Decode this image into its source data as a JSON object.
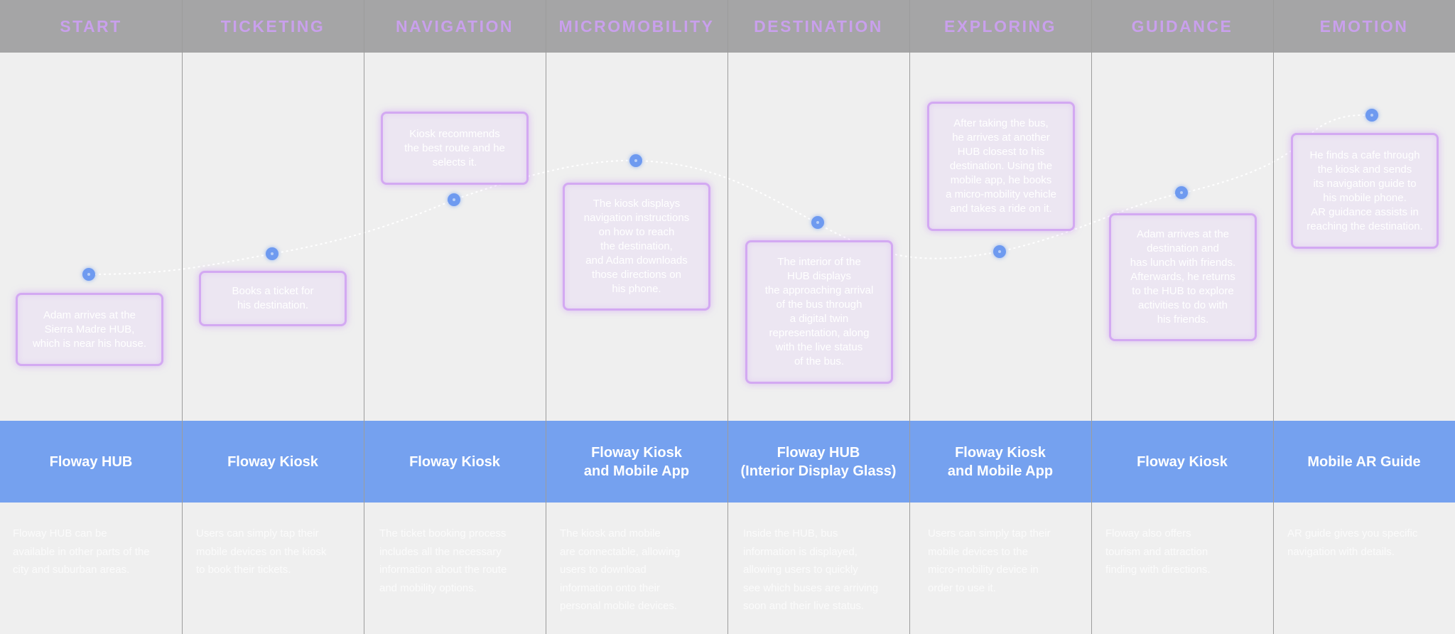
{
  "stages": [
    {
      "title": "START",
      "card": "Adam arrives at the\nSierra Madre HUB,\nwhich is near his house.",
      "touchpoint": "Floway HUB",
      "note": "Floway HUB can be\navailable in other parts of the\ncity and suburban areas."
    },
    {
      "title": "TICKETING",
      "card": "Books a ticket for\nhis destination.",
      "touchpoint": "Floway Kiosk",
      "note": "Users can simply tap their\nmobile devices on the kiosk\nto book their tickets."
    },
    {
      "title": "NAVIGATION",
      "card": "Kiosk recommends\nthe best route and he\nselects it.",
      "touchpoint": "Floway Kiosk",
      "note": "The ticket booking process\nincludes all the necessary\ninformation about the route\nand mobility options."
    },
    {
      "title": "MICROMOBILITY",
      "card": "The kiosk displays\nnavigation instructions\non how to reach\nthe destination,\nand Adam downloads\nthose directions on\nhis phone.",
      "touchpoint": "Floway Kiosk\nand Mobile App",
      "note": "The kiosk and mobile\nare connectable, allowing\nusers to download\ninformation onto their\npersonal mobile devices."
    },
    {
      "title": "DESTINATION",
      "card": "The interior of the\nHUB displays\nthe approaching arrival\nof the bus through\na digital twin\nrepresentation, along\nwith the live status\nof the bus.",
      "touchpoint": "Floway HUB\n(Interior Display Glass)",
      "note": "Inside the HUB, bus\ninformation is displayed,\nallowing users to quickly\nsee which buses are arriving\nsoon and their live status."
    },
    {
      "title": "EXPLORING",
      "card": "After taking the bus,\nhe arrives at another\nHUB closest to his\ndestination. Using the\nmobile app, he books\na micro-mobility vehicle\nand takes a ride on it.",
      "touchpoint": "Floway Kiosk\nand Mobile App",
      "note": "Users can simply tap their\nmobile devices to the\nmicro-mobility device in\norder to use it."
    },
    {
      "title": "GUIDANCE",
      "card": "Adam arrives at the\ndestination and\nhas lunch with friends.\nAfterwards, he returns\nto the HUB to explore\nactivities to do with\nhis friends.",
      "touchpoint": "Floway Kiosk",
      "note": "Floway also offers\ntourism and attraction\nfinding with directions."
    },
    {
      "title": "EMOTION",
      "card": "He finds a cafe through\nthe kiosk and sends\nits navigation guide to\nhis mobile phone.\nAR guidance assists in\nreaching the destination.",
      "touchpoint": "Mobile AR Guide",
      "note": "AR guide gives you specific\nnavigation with details."
    }
  ],
  "colors": {
    "header_bg": "#a5a5a6",
    "stage_title": "#c9a0ec",
    "band_bg": "#75a1ef",
    "dot": "#6e9af0",
    "card_border": "#d3a9f2",
    "page_bg": "#efefef"
  }
}
